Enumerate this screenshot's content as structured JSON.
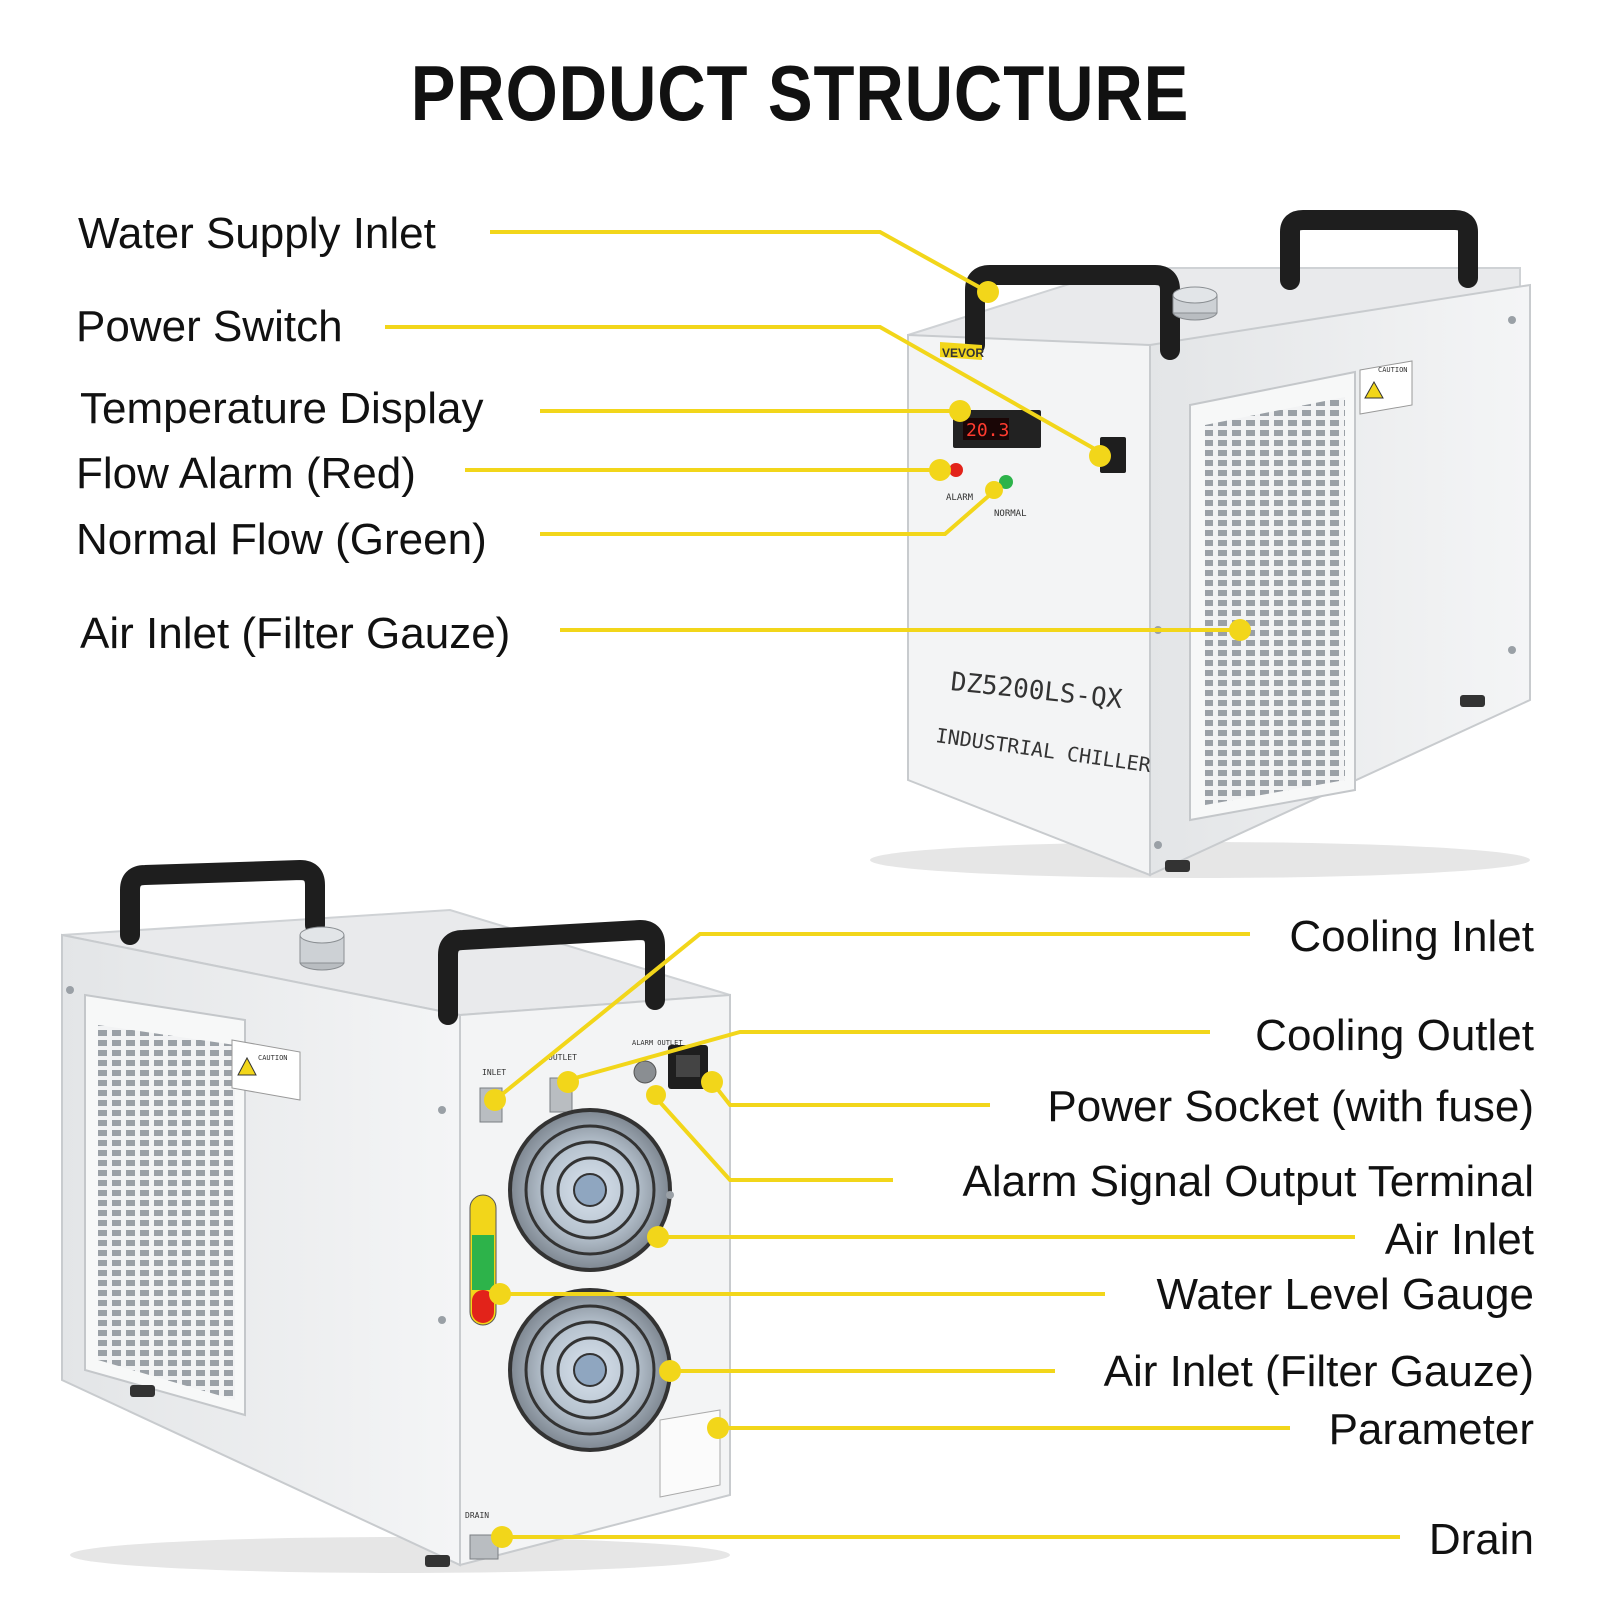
{
  "title": "PRODUCT STRUCTURE",
  "front_labels": [
    "Water Supply Inlet",
    "Power Switch",
    "Temperature Display",
    "Flow Alarm (Red)",
    "Normal Flow (Green)",
    "Air Inlet (Filter Gauze)"
  ],
  "back_labels": [
    "Cooling Inlet",
    "Cooling Outlet",
    "Power Socket (with fuse)",
    "Alarm Signal Output Terminal",
    "Air Inlet",
    "Water Level Gauge",
    "Air Inlet (Filter Gauze)",
    "Parameter",
    "Drain"
  ],
  "device": {
    "brand": "VEVOR",
    "model": "DZ5200LS-QX",
    "name": "INDUSTRIAL CHILLER",
    "display_value": "20.3",
    "alarm_label": "ALARM",
    "normal_label": "NORMAL",
    "caution_label": "CAUTION",
    "inlet_label": "INLET",
    "outlet_label": "OUTLET",
    "alarm_outlet_label": "ALARM OUTLET",
    "drain_label": "DRAIN"
  },
  "colors": {
    "leader": "#F2D61A",
    "body": "#ECEEEF",
    "handle": "#1E1E1E",
    "alarm": "#E2231A",
    "normal": "#2DB34A"
  }
}
